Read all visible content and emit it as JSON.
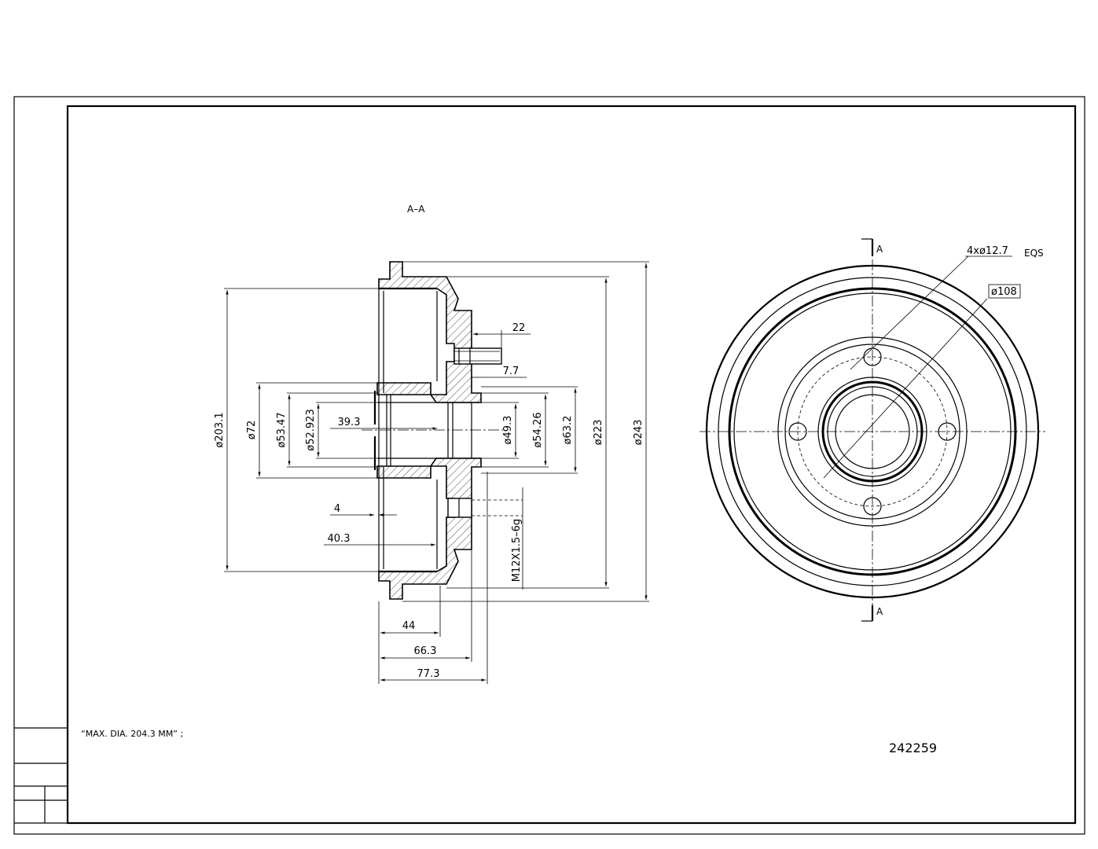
{
  "section_label": "A–A",
  "section_marker": "A",
  "part_number": "242259",
  "note": "“MAX. DIA. 204.3 MM” ;",
  "dimensions": {
    "d203_1": "ø203.1",
    "d72": "ø72",
    "d53_47": "ø53.47",
    "d52_923": "ø52.923",
    "l39_3": "39.3",
    "d49_3": "ø49.3",
    "d54_26": "ø54.26",
    "d63_2": "ø63.2",
    "d223": "ø223",
    "d243": "ø243",
    "l22": "22",
    "l7_7": "7.7",
    "l4": "4",
    "l40_3": "40.3",
    "thread": "M12X1.5–6g",
    "l44": "44",
    "l66_3": "66.3",
    "l77_3": "77.3",
    "holes": "4xø12.7",
    "eqs": "EQS",
    "pcd": "ø108"
  }
}
